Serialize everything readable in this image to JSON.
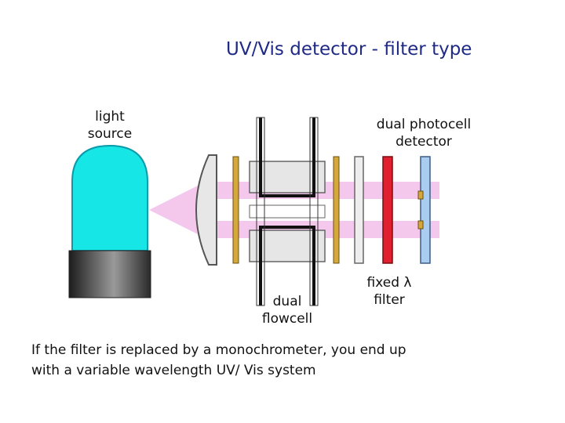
{
  "title": "UV/Vis detector - filter type",
  "labels": {
    "light_source_line1": "light",
    "light_source_line2": "source",
    "photocell_line1": "dual photocell",
    "photocell_line2": "detector",
    "fixed_filter_line1": "fixed λ",
    "fixed_filter_line2": "filter",
    "flowcell_line1": "dual",
    "flowcell_line2": "flowcell"
  },
  "caption": {
    "line1": "If the filter is replaced by a monochrometer, you end up",
    "line2": "with a variable wavelength UV/ Vis system"
  },
  "colors": {
    "title": "#1f2a86",
    "lamp": "#17e6e6",
    "beam": "#f4c8ec",
    "slit": "#d4a83a",
    "red_filter": "#e0202e",
    "detector": "#aacdef"
  }
}
